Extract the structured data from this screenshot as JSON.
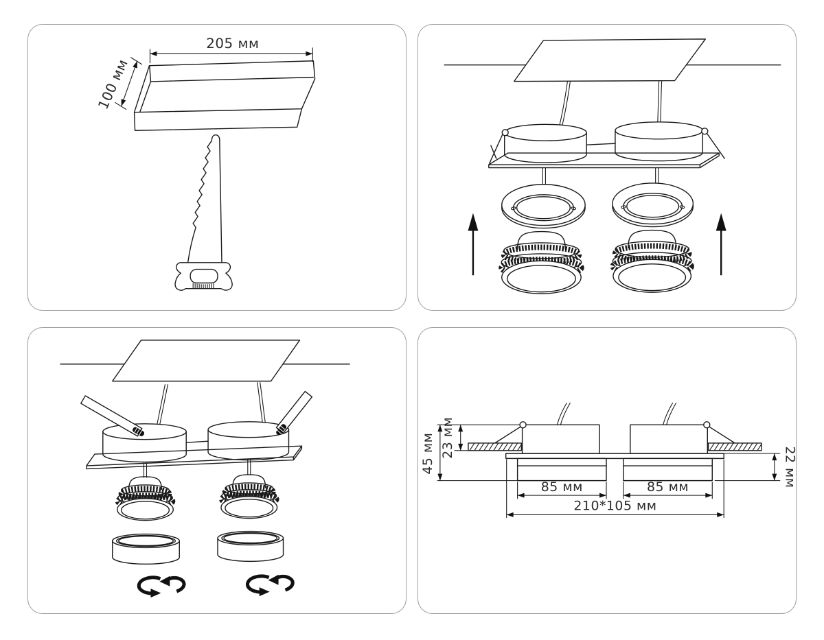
{
  "panel_cutout": {
    "width_label": "205 мм",
    "depth_label": "100 мм"
  },
  "panel_section": {
    "height_total_label": "45 мм",
    "height_above_label": "23 мм",
    "height_below_label": "22 мм",
    "lamp_left_label": "85 мм",
    "lamp_right_label": "85 мм",
    "plate_size_label": "210*105 мм"
  },
  "colors": {
    "line": "#1a1a1a",
    "panel_border": "#9c9c9c",
    "background": "#ffffff",
    "arrow_fill": "#111111"
  }
}
